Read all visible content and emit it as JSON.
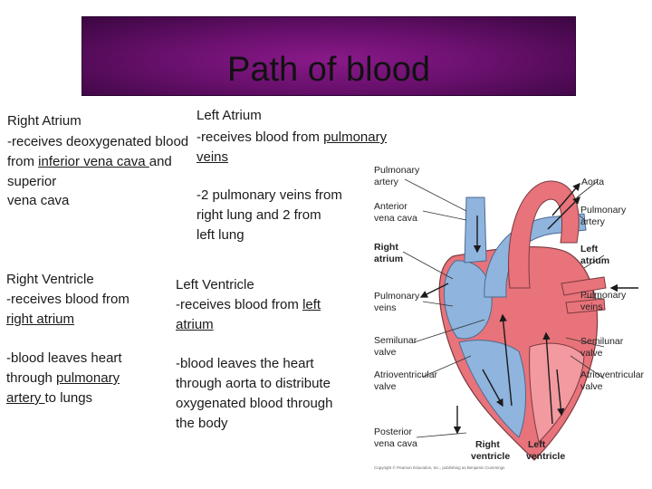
{
  "title": "Path of blood",
  "right_atrium": {
    "heading": "Right Atrium",
    "line1": "-receives deoxygenated blood",
    "line2_prefix": "from ",
    "line2_link": "inferior vena cava ",
    "line2_suffix": "and",
    "line3": "superior",
    "line4": "vena cava"
  },
  "left_atrium": {
    "heading": "Left Atrium",
    "line1_prefix": "-receives blood from ",
    "line1_link": "pulmonary",
    "line2_link": "veins",
    "line3": "-2 pulmonary veins from",
    "line4": "right lung and 2 from",
    "line5": "left lung"
  },
  "right_ventricle": {
    "heading": "Right Ventricle",
    "line1": "-receives blood from",
    "line2_link": "right atrium",
    "line3": "-blood leaves heart",
    "line4_prefix": "through ",
    "line4_link": "pulmonary",
    "line5_link": "artery ",
    "line5_suffix": "to lungs"
  },
  "left_ventricle": {
    "heading": "Left Ventricle",
    "line1_prefix": "-receives blood from ",
    "line1_link": "left",
    "line2_link": "atrium",
    "line3": "-blood leaves the heart",
    "line4": "through aorta to distribute",
    "line5": "oxygenated blood through",
    "line6": "the body"
  },
  "diagram": {
    "labels": {
      "pulmonary_artery_l1": "Pulmonary",
      "pulmonary_artery_l2": "artery",
      "aorta": "Aorta",
      "anterior_vena_cava_l1": "Anterior",
      "anterior_vena_cava_l2": "vena cava",
      "pulmonary_artery_r1": "Pulmonary",
      "pulmonary_artery_r2": "artery",
      "right_atrium_l1": "Right",
      "right_atrium_l2": "atrium",
      "left_atrium_l1": "Left",
      "left_atrium_l2": "atrium",
      "pulmonary_veins_l1": "Pulmonary",
      "pulmonary_veins_l2": "veins",
      "pulmonary_veins_r1": "Pulmonary",
      "pulmonary_veins_r2": "veins",
      "semilunar_l1": "Semilunar",
      "semilunar_l2": "valve",
      "semilunar_r1": "Semilunar",
      "semilunar_r2": "valve",
      "av_l1": "Atrioventricular",
      "av_l2": "valve",
      "av_r1": "Atrioventricular",
      "av_r2": "valve",
      "posterior_vena_cava_l1": "Posterior",
      "posterior_vena_cava_l2": "vena cava",
      "right_ventricle_l1": "Right",
      "right_ventricle_l2": "ventricle",
      "left_ventricle_l1": "Left",
      "left_ventricle_l2": "ventricle",
      "credit": "Copyright © Pearson Education, Inc., publishing as Benjamin Cummings"
    },
    "colors": {
      "oxygenated": "#e8737a",
      "deoxygenated": "#8fb4dd",
      "outline": "#7a3a40"
    }
  }
}
